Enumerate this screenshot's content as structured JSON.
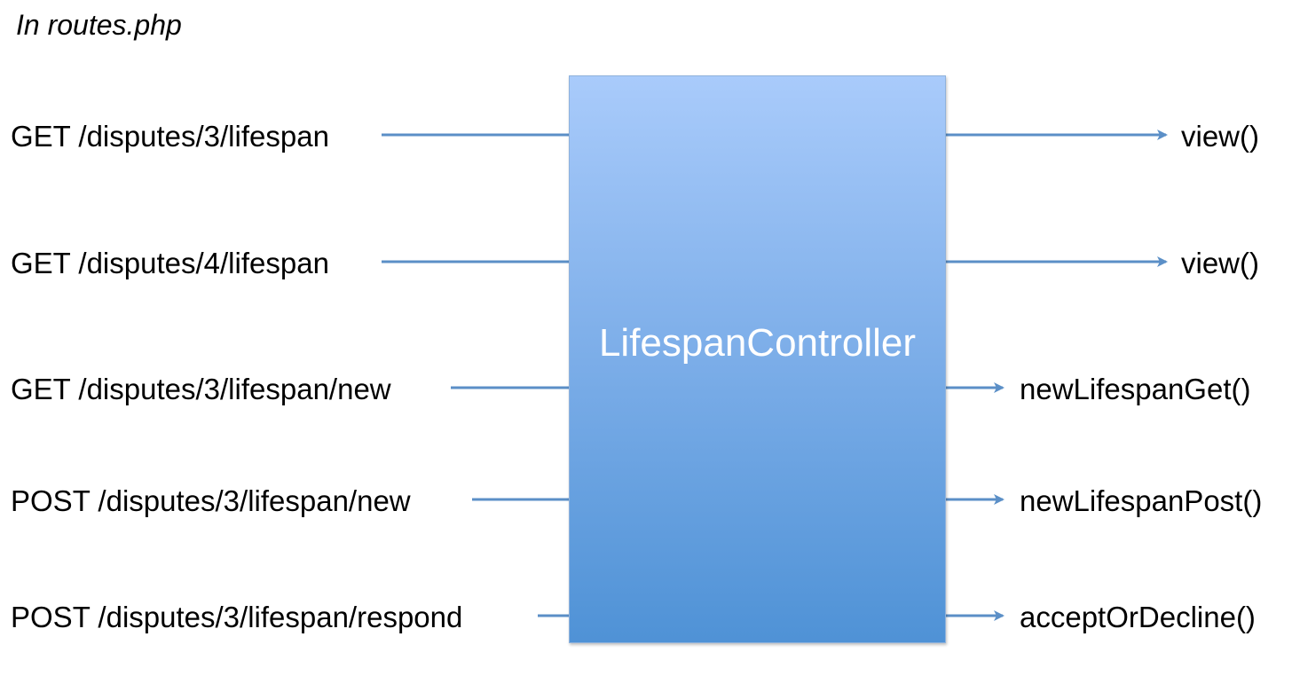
{
  "caption": "In routes.php",
  "controller": {
    "label": "LifespanController",
    "color_top": "#a9cbfb",
    "color_bottom": "#4f92d6"
  },
  "connector_color": "#5b8fc7",
  "routes": [
    {
      "route": "GET /disputes/3/lifespan",
      "method": "view()"
    },
    {
      "route": "GET /disputes/4/lifespan",
      "method": "view()"
    },
    {
      "route": "GET /disputes/3/lifespan/new",
      "method": "newLifespanGet()"
    },
    {
      "route": "POST /disputes/3/lifespan/new",
      "method": "newLifespanPost()"
    },
    {
      "route": "POST /disputes/3/lifespan/respond",
      "method": "acceptOrDecline()"
    }
  ]
}
